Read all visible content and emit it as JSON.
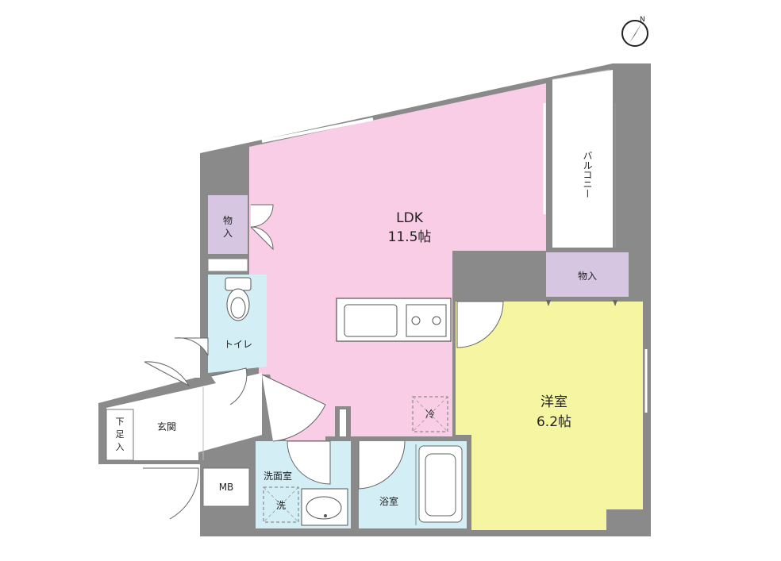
{
  "compass": {
    "north_label": "N"
  },
  "rooms": {
    "ldk": {
      "name": "LDK",
      "size": "11.5帖"
    },
    "western_room": {
      "name": "洋室",
      "size": "6.2帖"
    },
    "balcony": {
      "name": "バルコニー"
    },
    "storage_ldk": {
      "name_line1": "物",
      "name_line2": "入"
    },
    "storage_bedroom": {
      "name": "物入"
    },
    "toilet": {
      "name": "トイレ"
    },
    "entrance": {
      "name": "玄関"
    },
    "shoe_box": {
      "line1": "下",
      "line2": "足",
      "line3": "入"
    },
    "meter_box": {
      "name": "MB"
    },
    "washroom": {
      "name": "洗面室"
    },
    "bathroom": {
      "name": "浴室"
    }
  },
  "fixtures": {
    "fridge": "冷",
    "washer": "洗"
  },
  "colors": {
    "wall": "#8a8a8a",
    "ldk": "#f9cde6",
    "western_room": "#f6f6a2",
    "wet_area": "#d4eef6",
    "storage": "#d7c6e2",
    "balcony": "#ffffff",
    "line": "#555555"
  }
}
